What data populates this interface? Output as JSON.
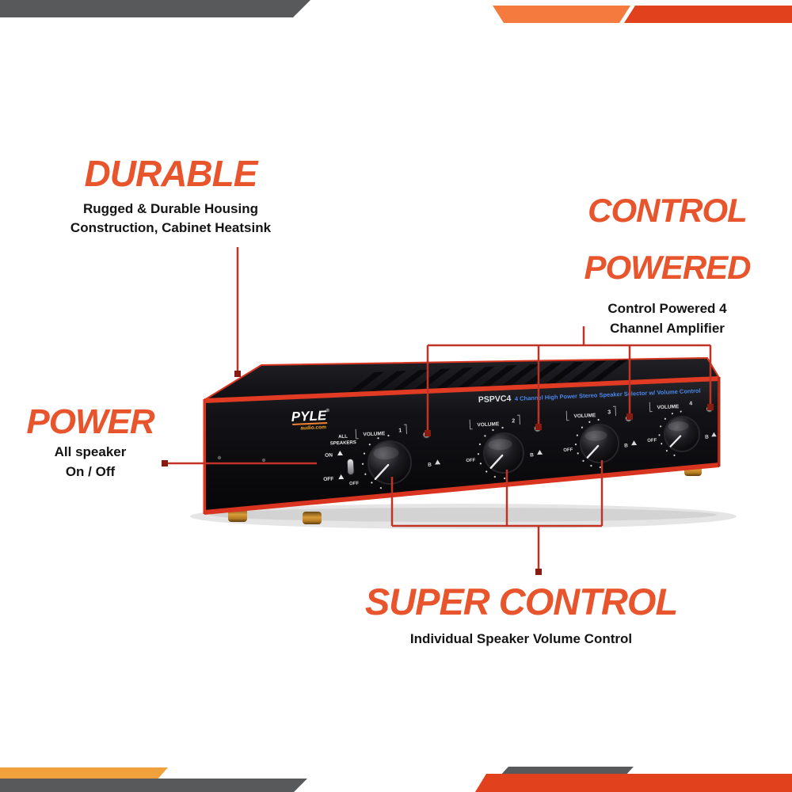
{
  "colors": {
    "accent_orange": "#E8552D",
    "callout_line_red": "#C23327",
    "callout_square_red": "#871B10",
    "device_trim_red": "#E23B24",
    "corner_bar_gray": "#58595B",
    "corner_bar_orange": "#F47B3D",
    "corner_bar_red": "#E2411E",
    "corner_bar_amber": "#F0A13C",
    "model_desc_blue": "#4A86E8"
  },
  "callouts": {
    "durable": {
      "title": "DURABLE",
      "body1": "Rugged & Durable Housing",
      "body2": "Construction, Cabinet Heatsink"
    },
    "control_powered": {
      "title1": "CONTROL",
      "title2": "POWERED",
      "body1": "Control Powered 4",
      "body2": "Channel Amplifier"
    },
    "power": {
      "title": "POWER",
      "body1": "All speaker",
      "body2": "On / Off"
    },
    "super_control": {
      "title": "SUPER CONTROL",
      "body1": "Individual Speaker Volume Control"
    }
  },
  "device": {
    "brand": "PYLE",
    "brand_reg": "®",
    "brand_sub": "audio.com",
    "model": "PSPVC4",
    "model_desc": "4 Channel High Power Stereo Speaker Selector w/ Volume Control",
    "all_speakers": {
      "line1": "ALL",
      "line2": "SPEAKERS",
      "on": "ON",
      "off": "OFF"
    },
    "channels": [
      {
        "num": "1",
        "volume_label": "VOLUME",
        "off_label": "OFF",
        "sel_label": "B"
      },
      {
        "num": "2",
        "volume_label": "VOLUME",
        "off_label": "OFF",
        "sel_label": "B"
      },
      {
        "num": "3",
        "volume_label": "VOLUME",
        "off_label": "OFF",
        "sel_label": "B"
      },
      {
        "num": "4",
        "volume_label": "VOLUME",
        "off_label": "OFF",
        "sel_label": "B"
      }
    ]
  }
}
